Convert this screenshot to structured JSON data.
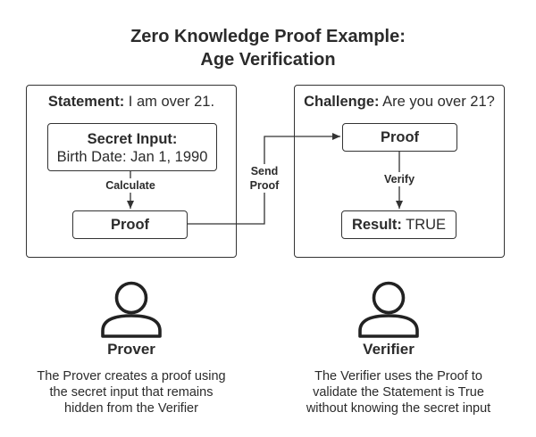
{
  "title": {
    "line1": "Zero Knowledge Proof Example:",
    "line2": "Age Verification"
  },
  "left_panel": {
    "head_bold": "Statement:",
    "head_text": " I am over 21.",
    "secret_input": {
      "title": "Secret Input:",
      "value": "Birth Date: Jan 1, 1990"
    },
    "calculate_label": "Calculate",
    "proof_label": "Proof"
  },
  "send_proof": {
    "line1": "Send",
    "line2": "Proof"
  },
  "right_panel": {
    "head_bold": "Challenge:",
    "head_text": " Are you over 21?",
    "proof_label": "Proof",
    "verify_label": "Verify",
    "result_bold": "Result:",
    "result_value": " TRUE"
  },
  "prover": {
    "name": "Prover",
    "icon": "person-icon",
    "desc_line1": "The Prover creates a proof using",
    "desc_line2": "the secret input that remains",
    "desc_line3": "hidden from the Verifier"
  },
  "verifier": {
    "name": "Verifier",
    "icon": "person-icon",
    "desc_line1": "The Verifier uses the Proof to",
    "desc_line2": "validate the Statement is True",
    "desc_line3": "without knowing the secret input"
  },
  "colors": {
    "stroke": "#333333",
    "text": "#2b2b2b",
    "background": "#ffffff"
  }
}
